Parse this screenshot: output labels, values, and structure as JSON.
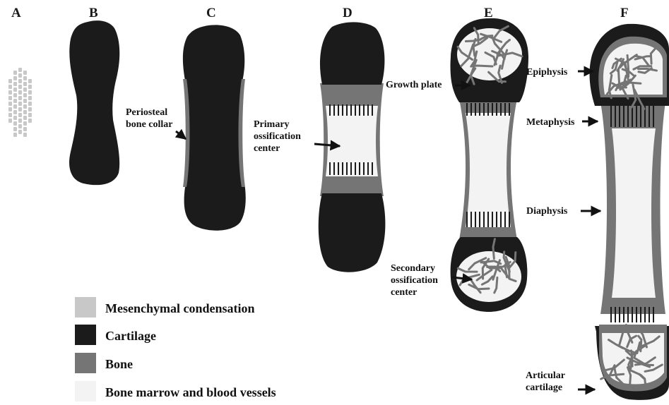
{
  "colors": {
    "mesenchymal": "#c8c8c8",
    "cartilage": "#1b1b1b",
    "bone": "#757575",
    "marrow": "#f3f3f3",
    "text": "#111111",
    "background": "#ffffff"
  },
  "panels": {
    "a": "A",
    "b": "B",
    "c": "C",
    "d": "D",
    "e": "E",
    "f": "F"
  },
  "labels": {
    "periosteal_1": "Periosteal",
    "periosteal_2": "bone collar",
    "primary_1": "Primary",
    "primary_2": "ossification",
    "primary_3": "center",
    "growth_plate": "Growth plate",
    "secondary_1": "Secondary",
    "secondary_2": "ossification",
    "secondary_3": "center",
    "epiphysis": "Epiphysis",
    "metaphysis": "Metaphysis",
    "diaphysis": "Diaphysis",
    "articular_1": "Articular",
    "articular_2": "cartilage"
  },
  "legend": [
    {
      "label": "Mesenchymal condensation",
      "color_key": "mesenchymal"
    },
    {
      "label": "Cartilage",
      "color_key": "cartilage"
    },
    {
      "label": "Bone",
      "color_key": "bone"
    },
    {
      "label": "Bone marrow and blood vessels",
      "color_key": "marrow"
    }
  ]
}
